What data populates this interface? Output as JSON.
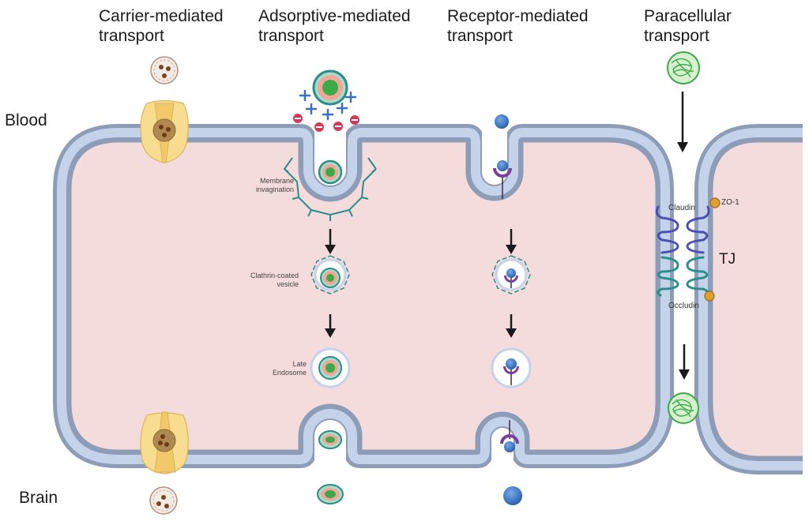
{
  "headers": {
    "carrier": "Carrier-mediated\ntransport",
    "adsorptive": "Adsorptive-mediated\ntransport",
    "receptor": "Receptor-mediated\ntransport",
    "paracellular": "Paracellular\ntransport"
  },
  "sides": {
    "top": "Blood",
    "bottom": "Brain"
  },
  "annotations": {
    "membrane_invagination": "Membrane\ninvagination",
    "clathrin_vesicle": "Clathrin-coated\nvesicle",
    "late_endosome": "Late\nEndosome",
    "claudin": "Claudin",
    "occludin": "Occludin",
    "zo1": "ZO-1",
    "tight_junction": "TJ"
  },
  "colors": {
    "cytoplasm": "#f5dcdc",
    "membrane_outer": "#8d9db8",
    "membrane_inner": "#c4d3ea",
    "carrier_protein": "#f7dc8e",
    "cargo_green": "#3daa48",
    "cargo_pink": "#f0a79a",
    "coat_teal": "#2b8c8a",
    "receptor_purple": "#7b3fa0",
    "ligand_blue": "#3f7ac4",
    "charge_red": "#d23a5a",
    "charge_blue": "#3c6fc1",
    "claudin": "#4a4fb5",
    "occludin": "#2a8f8c",
    "zo1": "#e0a030",
    "arrow": "#1a1a1a"
  }
}
